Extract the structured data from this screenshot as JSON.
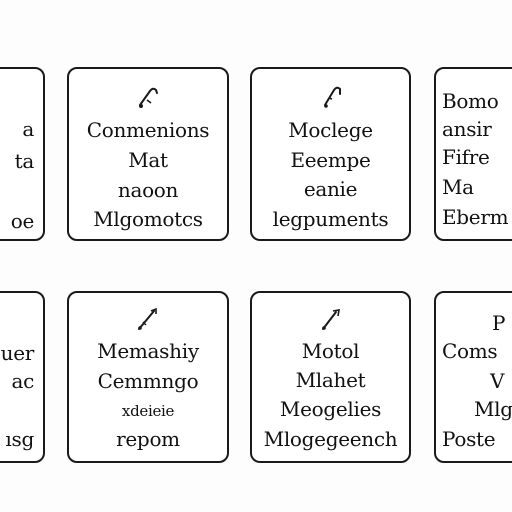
{
  "colors": {
    "background": "#fdfdfd",
    "card_border": "#1a1a1a",
    "text": "#111111"
  },
  "cards": [
    {
      "icon": "",
      "lines": [
        "a",
        "ta",
        "",
        "oe"
      ]
    },
    {
      "icon": "pen-icon",
      "lines": [
        "Conmenions",
        "Mat",
        "naoon",
        "Mlgomotcs"
      ]
    },
    {
      "icon": "pen-icon",
      "lines": [
        "Moclege",
        "Eeempe",
        "eanie",
        "legpuments"
      ]
    },
    {
      "icon": "",
      "lines": [
        "Bomo",
        "ansir",
        "Fifre",
        "Ma",
        "Eberm"
      ]
    },
    {
      "icon": "",
      "lines": [
        "uer",
        "ac",
        "",
        "ısg"
      ]
    },
    {
      "icon": "pen-icon",
      "lines": [
        "Memashiy",
        "Cemmngo",
        "xdeieie",
        "repom"
      ]
    },
    {
      "icon": "pen-icon",
      "lines": [
        "Motol",
        "Mlahet",
        "Meogelies",
        "Mlogegeench"
      ]
    },
    {
      "icon": "",
      "lines": [
        "P",
        "Coms",
        "V",
        "Mlg",
        "Poste"
      ]
    }
  ]
}
